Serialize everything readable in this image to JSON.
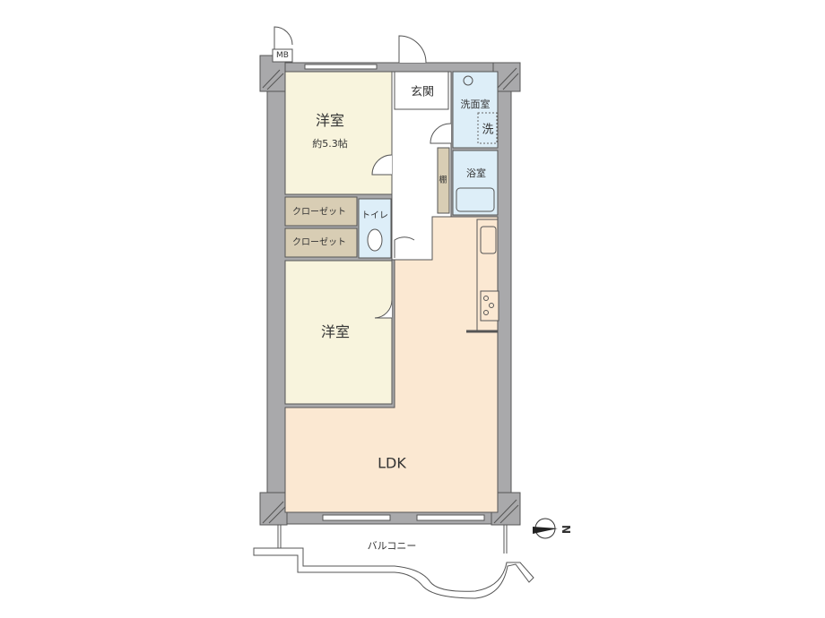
{
  "rooms": {
    "western_room_1": {
      "name": "洋室",
      "size": "約5.3帖"
    },
    "entrance": "玄関",
    "washroom": "洗面室",
    "washer": "洗",
    "bathroom": "浴室",
    "shelf": "棚",
    "toilet": "トイレ",
    "closet_1": "クローゼット",
    "closet_2": "クローゼット",
    "western_room_2": "洋室",
    "ldk": "LDK",
    "balcony": "バルコニー",
    "meter_box": "MB"
  },
  "compass": {
    "label": "N"
  },
  "colors": {
    "wall": "#a9a9ab",
    "western_room": "#f8f4dd",
    "ldk": "#fbe8d2",
    "wet_area": "#ddeef8",
    "closet": "#d8cdb4"
  }
}
